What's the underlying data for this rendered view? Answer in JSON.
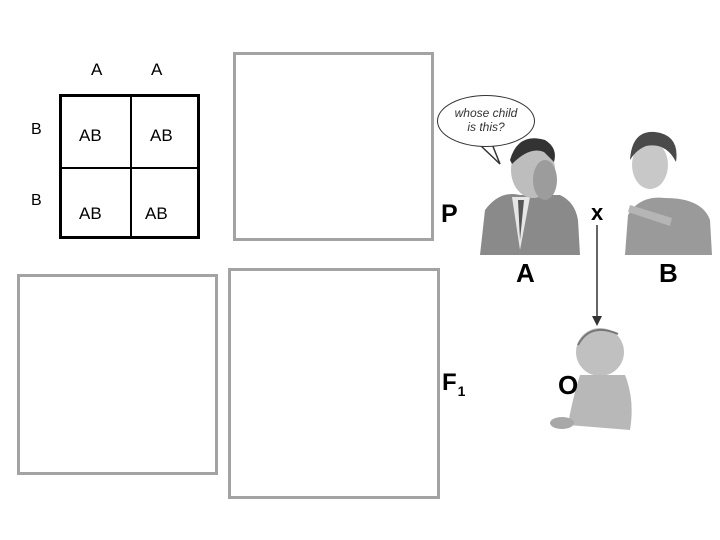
{
  "punnett": {
    "col_headers": [
      "A",
      "A"
    ],
    "row_headers": [
      "B",
      "B"
    ],
    "cells": [
      "AB",
      "AB",
      "AB",
      "AB"
    ]
  },
  "illustration": {
    "speech_line1": "whose child",
    "speech_line2": "is this?",
    "generation_p": "P",
    "cross_symbol": "x",
    "father_type": "A",
    "mother_type": "B",
    "generation_f": "F",
    "generation_f_sub": "1",
    "child_type": "O"
  }
}
